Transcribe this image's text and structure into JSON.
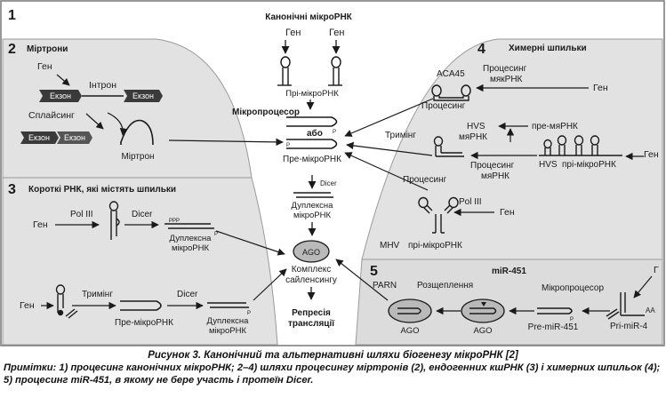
{
  "colors": {
    "panel_bg": "#e2e2e2",
    "frame": "#777777",
    "ink": "#1a1a1a",
    "exon_box": "#3a3a3a",
    "ago_fill": "#b9b9b9"
  },
  "panels": {
    "p1": {
      "num": "1",
      "title": "Канонічні мікроРНК"
    },
    "p2": {
      "num": "2",
      "title": "Міртрони"
    },
    "p3": {
      "num": "3",
      "title": "Короткі РНК, які містять шпильки"
    },
    "p4": {
      "num": "4",
      "title": "Химерні   шпильки"
    },
    "p5": {
      "num": "5",
      "title": "miR-451"
    }
  },
  "center": {
    "gene1": "Ген",
    "gene2": "Ген",
    "pri": "Пpi-мікроРНК",
    "microprocessor": "Мікропроцесор",
    "or": "або",
    "pre": "Пре-мікроРНК",
    "dicer": "Dicer",
    "duplex1": "Дуплексна",
    "duplex2": "мікроРНК",
    "ago": "AGO",
    "complex1": "Комплекс",
    "complex2": "сайленсингу",
    "repr1": "Репресія",
    "repr2": "трансляції"
  },
  "mirtron": {
    "gene": "Ген",
    "intron": "Інтрон",
    "exon_l": "Екзон",
    "exon_r": "Екзон",
    "splicing": "Сплайсинг",
    "exon_a": "Екзон",
    "exon_b": "Екзон",
    "mirtron": "Міртрон"
  },
  "short": {
    "gene1": "Ген",
    "pol3": "Pol III",
    "dicer1": "Dicer",
    "ppp": "PPP",
    "duplex1": "Дуплексна",
    "duplex2": "мікроРНК",
    "gene2": "Ген",
    "trimming": "Тримінг",
    "dicer2": "Dicer",
    "pre": "Пре-мікроРНК",
    "duplex3": "Дуплексна",
    "duplex4": "мікроРНК"
  },
  "chimeric": {
    "aca45": "ACA45",
    "proc_mya1": "Процесинг",
    "proc_mya2": "мякРНК",
    "gene1": "Ген",
    "processing1": "Процесинг",
    "trimming": "Тримінг",
    "hvs1": "HVS",
    "hvs2": "мяРНК",
    "pre_mya": "пре-мяРНК",
    "gene2": "Ген",
    "proc_myarnk1": "Процесинг",
    "proc_myarnk2": "мяРНК",
    "hvs": "HVS",
    "pri": "пpi-мікроРНК",
    "processing2": "Процесинг",
    "pol3": "Pol III",
    "gene3": "Ген",
    "mhv": "MHV",
    "pri2": "пpi-мікроРНК"
  },
  "mir451": {
    "parn": "PARN",
    "cleavage": "Розщеплення",
    "microprocessor": "Мікропроцесор",
    "gene": "Г",
    "ago1": "AGO",
    "ago2": "AGO",
    "pre": "Pre-miR-451",
    "pri": "Pri-miR-4",
    "aa": "AA"
  },
  "caption": {
    "title": "Рисунок 3. Канонічний та альтернативні шляхи біогенезу мікроРНК [2]",
    "notes": "Примітки: 1) процесинг канонічних мікроРНК; 2–4) шляхи процесингу міртронів (2), ендогенних кшРНК (3) і химерних шпильок (4); 5) процесинг miR-451, в якому не бере участь і протеїн Dicer."
  }
}
